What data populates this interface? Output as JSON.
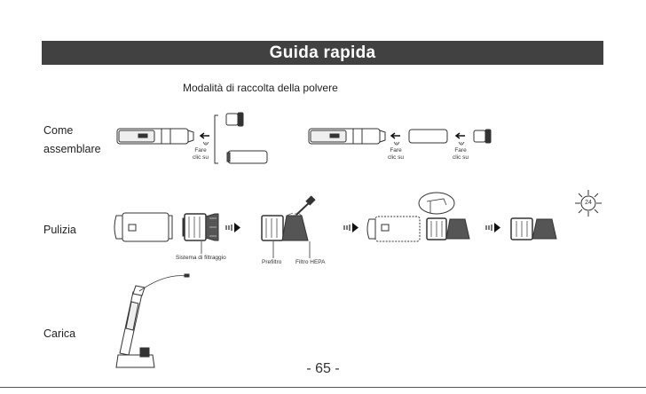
{
  "header": {
    "title": "Guida rapida"
  },
  "section": {
    "subtitle": "Modalità di raccolta della polvere"
  },
  "rows": {
    "assemble": {
      "label_line1": "Come",
      "label_line2": "assemblare"
    },
    "clean": {
      "label": "Pulizia"
    },
    "charge": {
      "label": "Carica"
    }
  },
  "captions": {
    "click1_line1": "Fare",
    "click1_line2": "clic su",
    "click2_line1": "Fare",
    "click2_line2": "clic su",
    "click3_line1": "Fare",
    "click3_line2": "clic su",
    "filter_system": "Sistema di filtraggio",
    "prefilter": "Prefiltro",
    "hepa": "Filtro HEPA",
    "hours": "24"
  },
  "footer": {
    "page_number": "- 65 -"
  }
}
